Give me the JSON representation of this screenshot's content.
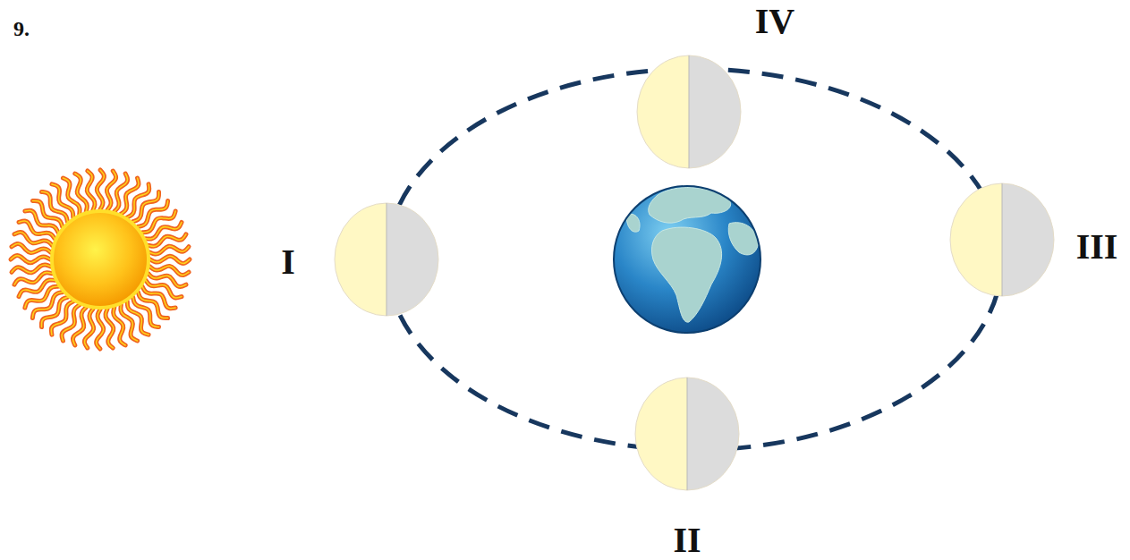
{
  "diagram": {
    "labels": [
      "9.",
      "IV",
      "I",
      "III",
      "II"
    ]
  }
}
